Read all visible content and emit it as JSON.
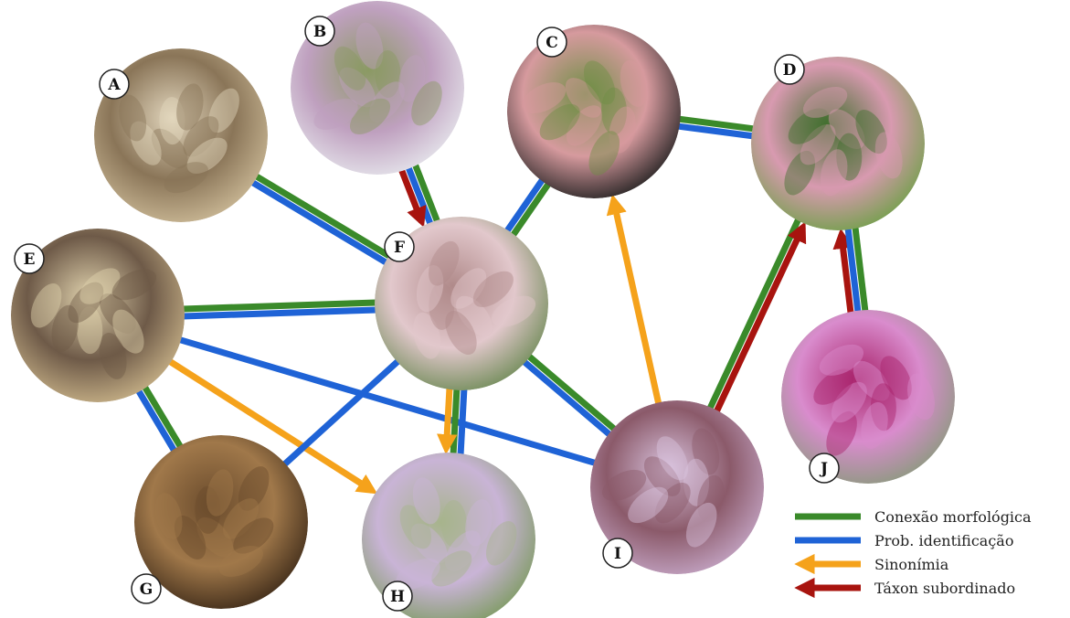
{
  "colors": {
    "morphological": "#3a8a2a",
    "identification": "#1f63d6",
    "synonymy": "#f5a21b",
    "subordinate": "#a8140f"
  },
  "nodes": [
    {
      "id": "A",
      "label": "A",
      "photo": "dried brown flower heads",
      "palette": [
        "#cdbb98",
        "#8a7558",
        "#e2d6bd"
      ]
    },
    {
      "id": "B",
      "label": "B",
      "photo": "lilac florets, pale background",
      "palette": [
        "#e6e6ec",
        "#bfa0bf",
        "#8a9a62"
      ]
    },
    {
      "id": "C",
      "label": "C",
      "photo": "pink-green heads on dark background",
      "palette": [
        "#1e1e1e",
        "#d69a9e",
        "#6f8f45"
      ]
    },
    {
      "id": "D",
      "label": "D",
      "photo": "green bracts with pink tips",
      "palette": [
        "#6fa048",
        "#d89ab0",
        "#3f6e2c"
      ]
    },
    {
      "id": "E",
      "label": "E",
      "photo": "herbarium specimen",
      "palette": [
        "#cbb58a",
        "#6e5a48",
        "#e1d3ae"
      ]
    },
    {
      "id": "F",
      "label": "F",
      "photo": "white-pink florets with leaves",
      "palette": [
        "#6d8a55",
        "#e2c8cc",
        "#b08a8a"
      ]
    },
    {
      "id": "G",
      "label": "G",
      "photo": "dry dark brown heads",
      "palette": [
        "#3b2817",
        "#a0784a",
        "#6a4b2c"
      ]
    },
    {
      "id": "H",
      "label": "H",
      "photo": "lavender florets, green background",
      "palette": [
        "#7b9a5e",
        "#c9b4d6",
        "#a7b48c"
      ]
    },
    {
      "id": "I",
      "label": "I",
      "photo": "lilac inflorescence",
      "palette": [
        "#c5a6c6",
        "#8b5a6a",
        "#d9c3de"
      ]
    },
    {
      "id": "J",
      "label": "J",
      "photo": "bright pink florets",
      "palette": [
        "#8a9a7d",
        "#d98ccd",
        "#a8226a"
      ]
    }
  ],
  "edges": [
    {
      "from": "A",
      "to": "F",
      "types": [
        "morphological",
        "identification"
      ]
    },
    {
      "from": "B",
      "to": "F",
      "types": [
        "morphological",
        "identification",
        "subordinate"
      ]
    },
    {
      "from": "C",
      "to": "F",
      "types": [
        "morphological",
        "identification"
      ]
    },
    {
      "from": "C",
      "to": "D",
      "types": [
        "morphological",
        "identification"
      ]
    },
    {
      "from": "E",
      "to": "F",
      "types": [
        "morphological",
        "identification"
      ]
    },
    {
      "from": "E",
      "to": "G",
      "types": [
        "morphological",
        "identification"
      ]
    },
    {
      "from": "E",
      "to": "I",
      "types": [
        "identification"
      ]
    },
    {
      "from": "E",
      "to": "H",
      "types": [
        "synonymy"
      ]
    },
    {
      "from": "F",
      "to": "G",
      "types": [
        "identification"
      ]
    },
    {
      "from": "F",
      "to": "H",
      "types": [
        "identification",
        "morphological",
        "synonymy"
      ]
    },
    {
      "from": "F",
      "to": "I",
      "types": [
        "morphological",
        "identification"
      ]
    },
    {
      "from": "I",
      "to": "C",
      "types": [
        "synonymy"
      ]
    },
    {
      "from": "I",
      "to": "D",
      "types": [
        "morphological",
        "subordinate"
      ]
    },
    {
      "from": "J",
      "to": "D",
      "types": [
        "subordinate",
        "identification",
        "morphological"
      ]
    }
  ],
  "legend": [
    {
      "type": "morphological",
      "label": "Conexão morfológica"
    },
    {
      "type": "identification",
      "label": "Prob. identificação"
    },
    {
      "type": "synonymy",
      "label": "Sinonímia"
    },
    {
      "type": "subordinate",
      "label": "Táxon subordinado"
    }
  ]
}
